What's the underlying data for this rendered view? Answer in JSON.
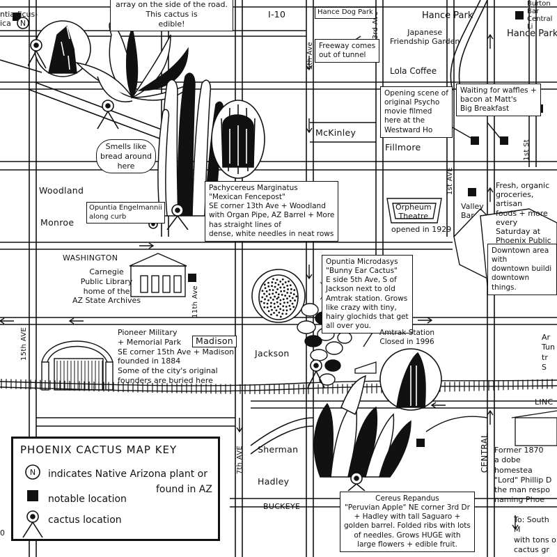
{
  "streets": {
    "i10": "I-10",
    "mckinley": "McKinley",
    "fillmore": "Fillmore",
    "woodland": "Woodland",
    "monroe": "Monroe",
    "washington": "WASHINGTON",
    "madison": "Madison",
    "jackson": "Jackson",
    "sherman": "Sherman",
    "hadley": "Hadley",
    "buckeye": "BUCKEYE",
    "lincoln": "LINC",
    "ave_5th": "5th Ave",
    "ave_3rd": "3rd Ave",
    "ave_1st": "1st AVE",
    "ave_15th": "15th AVE",
    "ave_7th": "7th AVE",
    "ave_11th": "11th Ave",
    "central": "CENTRAL",
    "st_1st": "1st St"
  },
  "places": {
    "hance_dog_park": "Hance Dog Park",
    "hance_park": "Hance Park",
    "hance_park_2": "Hance Park",
    "japanese_garden": "Japanese\nFriendship Garden",
    "lola_coffee": "Lola Coffee",
    "burton_barr": "Burton Bar\nCentral Li",
    "valley_bar": "Valley\nBar",
    "orpheum": "Orpheum\nTheatre",
    "orpheum_opened": "opened in 1929",
    "carnegie": "Carnegie\nPublic Library\nhome of the\nAZ State Archives"
  },
  "notes": {
    "top_cut": "array on the side of the road.\nThis cactus is\nedible!",
    "top_left": "ntia ficus-\nica",
    "freeway": "Freeway comes\nout of tunnel",
    "psycho": "Opening scene of\noriginal Psycho\nmovie filmed\nhere at the\nWestward Ho",
    "waffles": "Waiting for waffles +\nbacon at Matt's\nBig Breakfast",
    "smells": "Smells like\nbread around\nhere",
    "engelmannii": "Opuntia Engelmannii\nalong curb",
    "pachycereus": "Pachycereus Marginatus\n\"Mexican Fencepost\"\nSE corner 13th Ave + Woodland\nwith Organ Pipe, AZ Barrel + More\nhas straight lines of\ndense, white needles in neat rows",
    "market": "Fresh, organic\ngroceries, artisan\nfoods + more every\nSaturday at\nPhoenix Public M",
    "downtown": "Downtown area with\ndowntown buildi\ndowntown\nthings.",
    "microdasys": "Opuntia Microdasys\n\"Bunny Ear Cactus\"\nE side 5th Ave, S of\nJackson next to old\nAmtrak station. Grows\nlike crazy with tiny,\nhairy glochids that get\nall over you.",
    "pioneer": "Pioneer Military\n+ Memorial Park\nSE corner 15th Ave + Madison\nfounded in 1884\nSome of the city's original\nfounders are buried here",
    "amtrak": "Amtrak Station\nClosed in 1996",
    "right_mid": "Ar\nTun\ntr\nS",
    "former": "Former 1870\na dobe homestea\n\"Lord\" Phillip D\nthe man respo\nnaming Phoe",
    "repandus": "Cereus Repandus\n\"Peruvian Apple\" NE corner 3rd Dr\n+ Hadley with tall Saguaro +\ngolden barrel. Folded ribs with lots\nof needles. Grows HUGE with\nlarge flowers + edible fruit.",
    "south": "To: South M\nwith tons o\ncactus gr"
  },
  "legend": {
    "title": "PHOENIX CACTUS MAP KEY",
    "native_symbol": "N",
    "native_text": "indicates Native Arizona plant or",
    "native_text2": "found in AZ",
    "notable_text": "notable location",
    "cactus_text": "cactus location"
  },
  "misc": {
    "corner_zero": "0"
  },
  "icons": {
    "native": "native-az-plant-icon",
    "notable": "notable-location-icon",
    "cactus": "cactus-location-pin-icon"
  }
}
